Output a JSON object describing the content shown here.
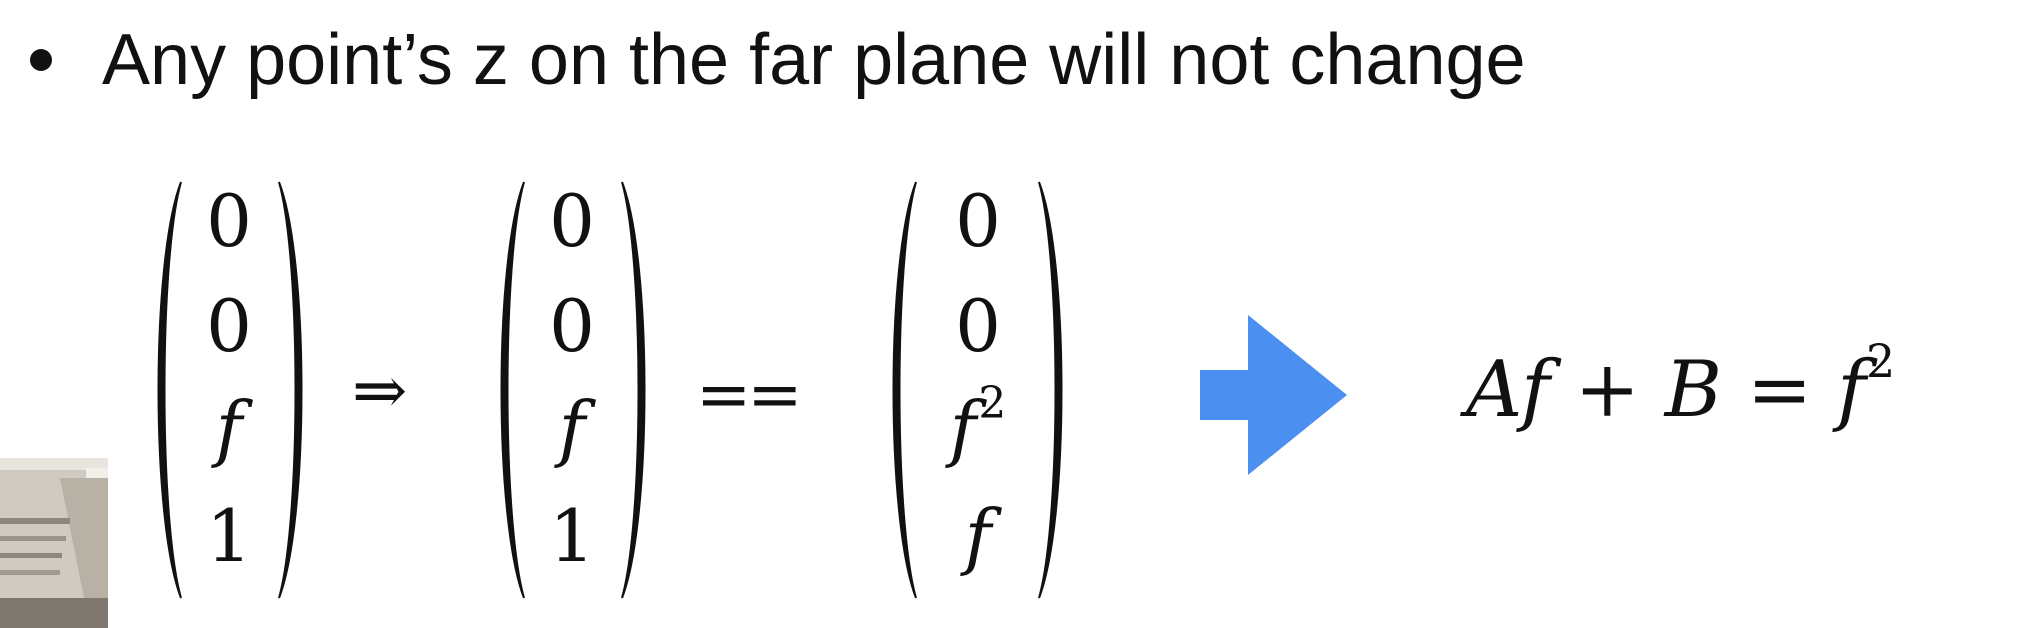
{
  "bullet": {
    "text": "Any point’s z on the far plane will not change"
  },
  "equation": {
    "matrix1": [
      "0",
      "0",
      "f",
      "1"
    ],
    "implies_symbol": "⇒",
    "matrix2": [
      "0",
      "0",
      "f",
      "1"
    ],
    "equals_symbol": "==",
    "matrix3": {
      "e1": "0",
      "e2": "0",
      "e3_base": "f",
      "e3_exp": "2",
      "e4": "f"
    },
    "result": {
      "A": "A",
      "f1": "f",
      "plus": "+",
      "B": "B",
      "eq": "=",
      "f2": "f",
      "exp": "2"
    }
  },
  "colors": {
    "arrow": "#4b8ff0",
    "text": "#111111",
    "background": "#ffffff"
  },
  "icons": {
    "arrow": "right-arrow-icon",
    "bullet": "bullet-dot-icon"
  }
}
